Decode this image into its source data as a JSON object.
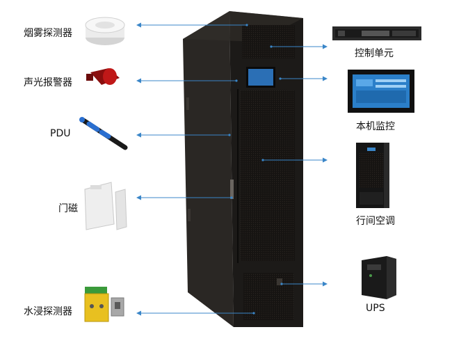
{
  "left_components": [
    {
      "label": "烟雾探测器",
      "icon": "smoke-detector-icon"
    },
    {
      "label": "声光报警器",
      "icon": "strobe-alarm-icon"
    },
    {
      "label": "PDU",
      "icon": "pdu-power-strip-icon"
    },
    {
      "label": "门磁",
      "icon": "door-magnetic-sensor-icon"
    },
    {
      "label": "水浸探测器",
      "icon": "water-leak-detector-icon"
    }
  ],
  "right_components": [
    {
      "label": "控制单元",
      "icon": "control-unit-icon"
    },
    {
      "label": "本机监控",
      "icon": "touch-monitor-icon"
    },
    {
      "label": "行间空调",
      "icon": "in-row-ac-icon"
    },
    {
      "label": "UPS",
      "icon": "ups-icon"
    }
  ],
  "colors": {
    "cabinet": "#1c1a18",
    "cabinet_side": "#2a2724",
    "arrow": "#3a86c8",
    "screen": "#2b6fb5",
    "alarm_red": "#c01818",
    "detector_yellow": "#e8c020",
    "pdu_blue": "#2a6fd0"
  }
}
